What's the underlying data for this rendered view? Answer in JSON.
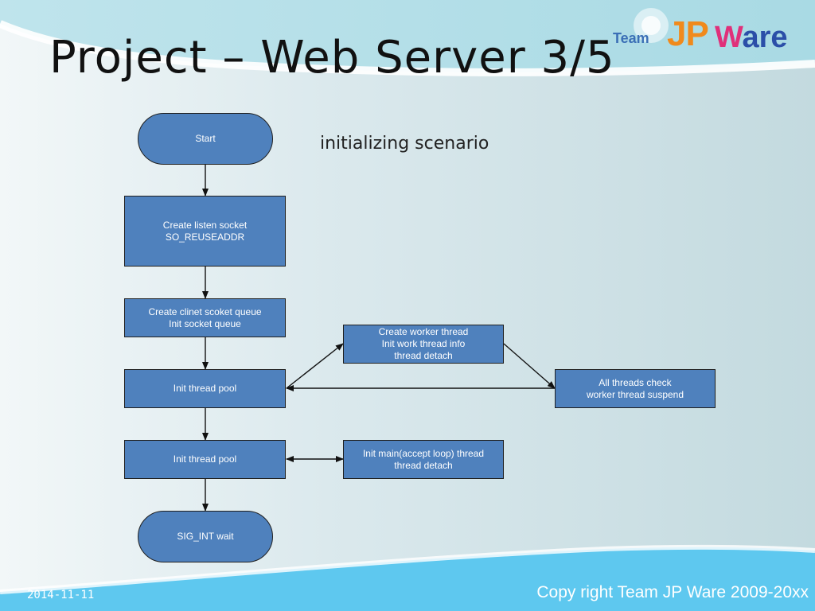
{
  "slide": {
    "title": "Project – Web Server  3/5",
    "subtitle": "initializing scenario",
    "date": "2014-11-11",
    "copyright": "Copy right Team JP Ware 2009-20xx"
  },
  "logo": {
    "team": "Team",
    "jp": "JP",
    "w": "W",
    "are": "are"
  },
  "colors": {
    "node_fill": "#4f81bd",
    "node_border": "#1f1f1f",
    "band_blue": "#5ec8ef"
  },
  "diagram": {
    "nodes": {
      "start": "Start",
      "create_listen": "Create listen socket\nSO_REUSEADDR",
      "create_queue": "Create clinet scoket queue\nInit socket queue",
      "init_pool_1": "Init thread pool",
      "init_pool_2": "Init thread pool",
      "sigint": "SIG_INT wait",
      "create_worker": "Create worker thread\nInit work thread info\nthread detach",
      "all_threads": "All threads check\nworker thread suspend",
      "init_main": "Init main(accept loop) thread\nthread detach"
    }
  }
}
